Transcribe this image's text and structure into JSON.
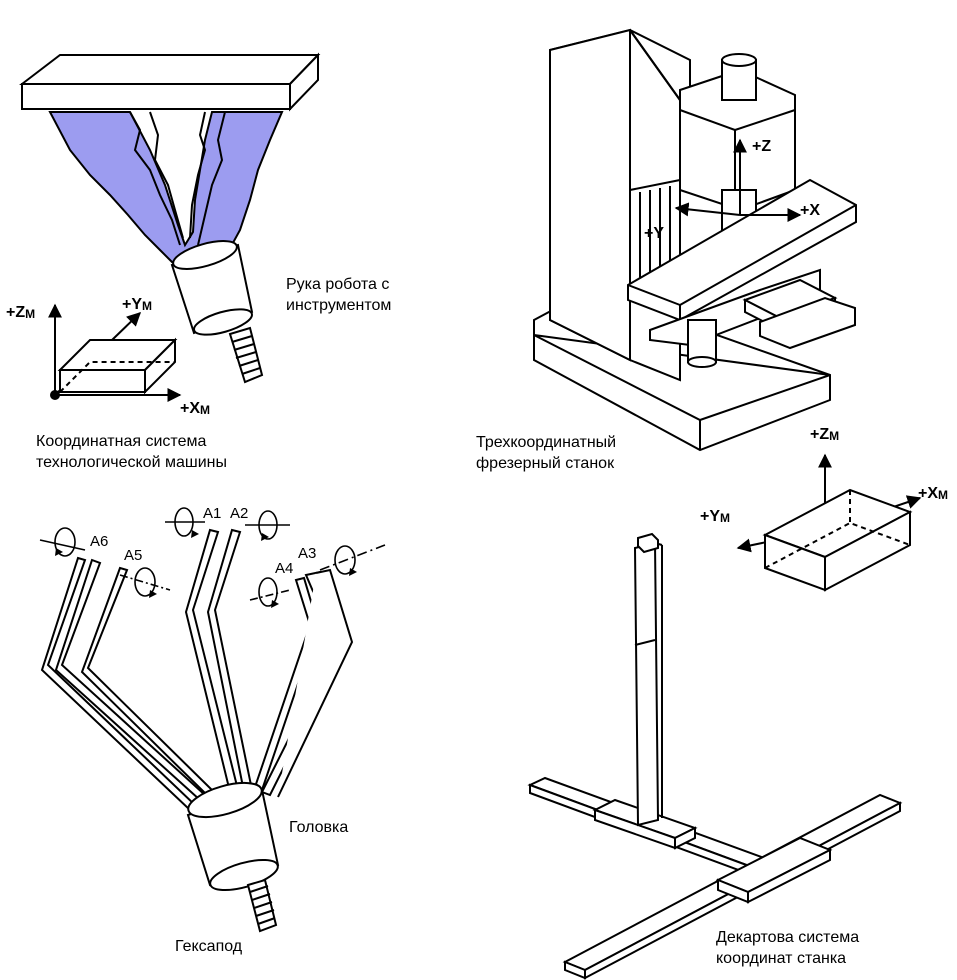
{
  "colors": {
    "robot_fill": "#9c9cf0",
    "stroke": "#000000",
    "background": "#ffffff"
  },
  "robot": {
    "caption_line1": "Рука робота с",
    "caption_line2": "инструментом"
  },
  "coord_machine": {
    "caption_line1": "Координатная система",
    "caption_line2": "технологической машины",
    "z_axis": "+Z",
    "z_sub": "M",
    "y_axis": "+Y",
    "y_sub": "M",
    "x_axis": "+X",
    "x_sub": "M"
  },
  "milling": {
    "caption_line1": "Трехкоординатный",
    "caption_line2": "фрезерный станок",
    "z_axis": "+Z",
    "y_axis": "+Y",
    "x_axis": "+X"
  },
  "coord_right": {
    "z_axis": "+Z",
    "z_sub": "M",
    "y_axis": "+Y",
    "y_sub": "M",
    "x_axis": "+X",
    "x_sub": "M"
  },
  "hexapod": {
    "caption": "Гексапод",
    "head_label": "Головка",
    "joints": [
      "A1",
      "A2",
      "A3",
      "A4",
      "A5",
      "A6"
    ]
  },
  "cartesian": {
    "caption_line1": "Декартова система",
    "caption_line2": "координат станка"
  }
}
